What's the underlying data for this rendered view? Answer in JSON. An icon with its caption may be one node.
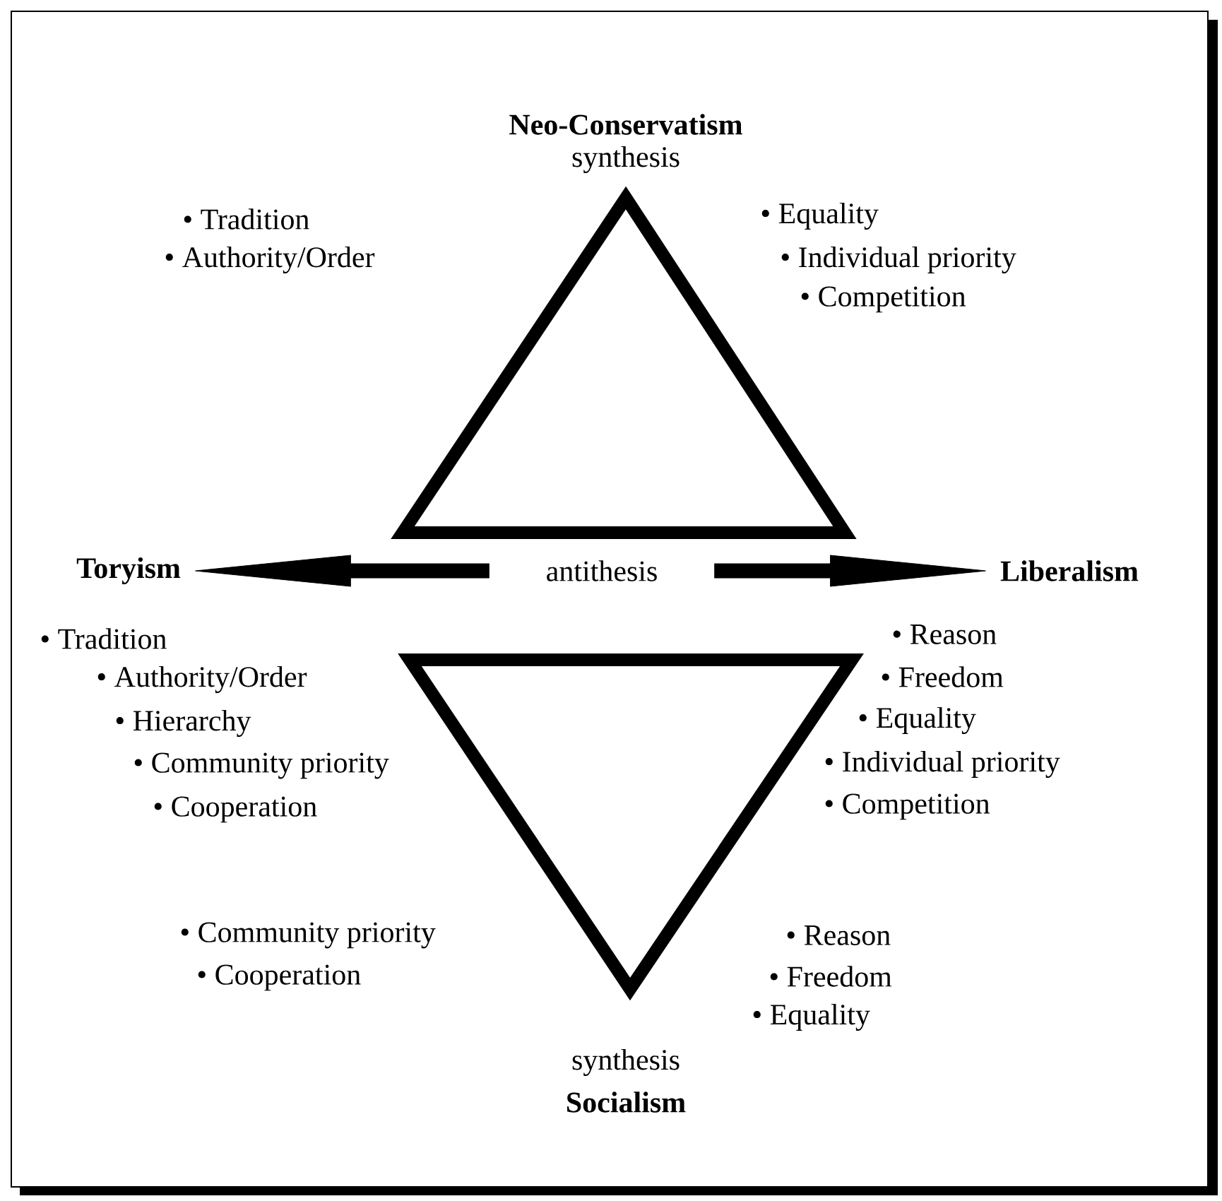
{
  "diagram": {
    "nodes": [
      {
        "text": [
          "Toryism"
        ]
      },
      {
        "text": [
          "antithesis"
        ]
      },
      {
        "text": [
          "Liberalism"
        ]
      }
    ],
    "edges": [
      {
        "from": 1,
        "to": 0,
        "arrow": "to"
      },
      {
        "from": 1,
        "to": 2,
        "arrow": "to"
      }
    ],
    "labels": [
      "Neo-Conservatism",
      "synthesis",
      "• Tradition",
      "• Authority/Order",
      "• Equality",
      "• Individual priority",
      "• Competition",
      "• Tradition",
      "• Authority/Order",
      "• Hierarchy",
      "• Community priority",
      "• Cooperation",
      "• Reason",
      "• Freedom",
      "• Equality",
      "• Individual priority",
      "• Competition",
      "• Community priority",
      "• Cooperation",
      "• Reason",
      "• Freedom",
      "• Equality",
      "synthesis",
      "Socialism"
    ]
  }
}
